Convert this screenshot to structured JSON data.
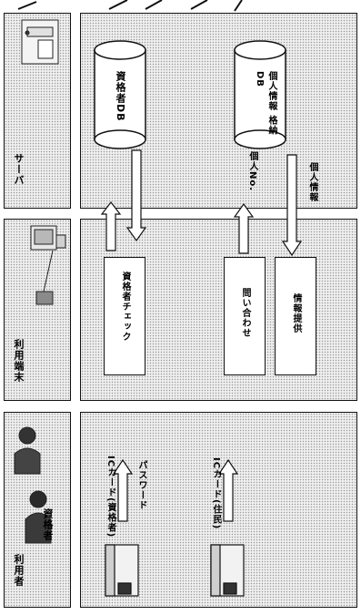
{
  "columns": {
    "server_label": "サーバ",
    "terminal_label": "利用端末",
    "user_label": "利用者"
  },
  "server": {
    "db1_label": "資格者DB",
    "db2_label": "個人情報 格納DB",
    "arrow_label1": "個人No.",
    "arrow_label2": "個人情報"
  },
  "terminal": {
    "box1_label": "資格者チェック",
    "box2_label": "問い合わせ",
    "box3_label": "情報提供"
  },
  "user": {
    "role_label": "資格者",
    "card1_label": "ICカード(資格者)",
    "password_label": "パスワード",
    "card2_label": "ICカード(住民)"
  }
}
